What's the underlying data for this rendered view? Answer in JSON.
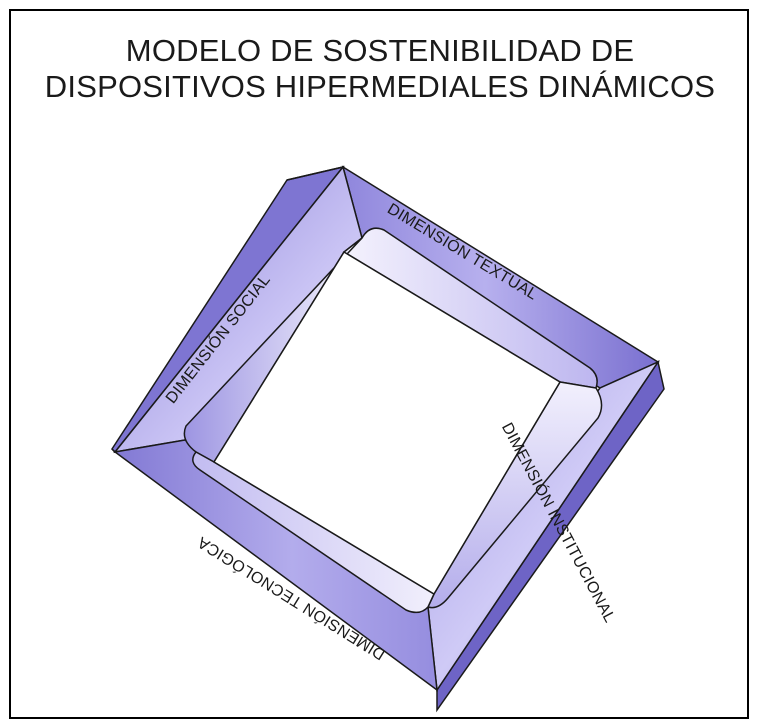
{
  "title": {
    "line1": "MODELO DE SOSTENIBILIDAD DE",
    "line2": "DISPOSITIVOS HIPERMEDIALES DINÁMICOS"
  },
  "dimensions": {
    "top": "DIMENSIÓN TEXTUAL",
    "left": "DIMENSIÓN SOCIAL",
    "right": "DIMENSIÓN INSTITUCIONAL",
    "bottom": "DIMENSIÓN TECNOLÓGICA"
  },
  "colors": {
    "frame_face": "#9b93e0",
    "frame_light": "#ece9fb",
    "frame_dark": "#6d63c4",
    "outline": "#1a1a1a"
  }
}
